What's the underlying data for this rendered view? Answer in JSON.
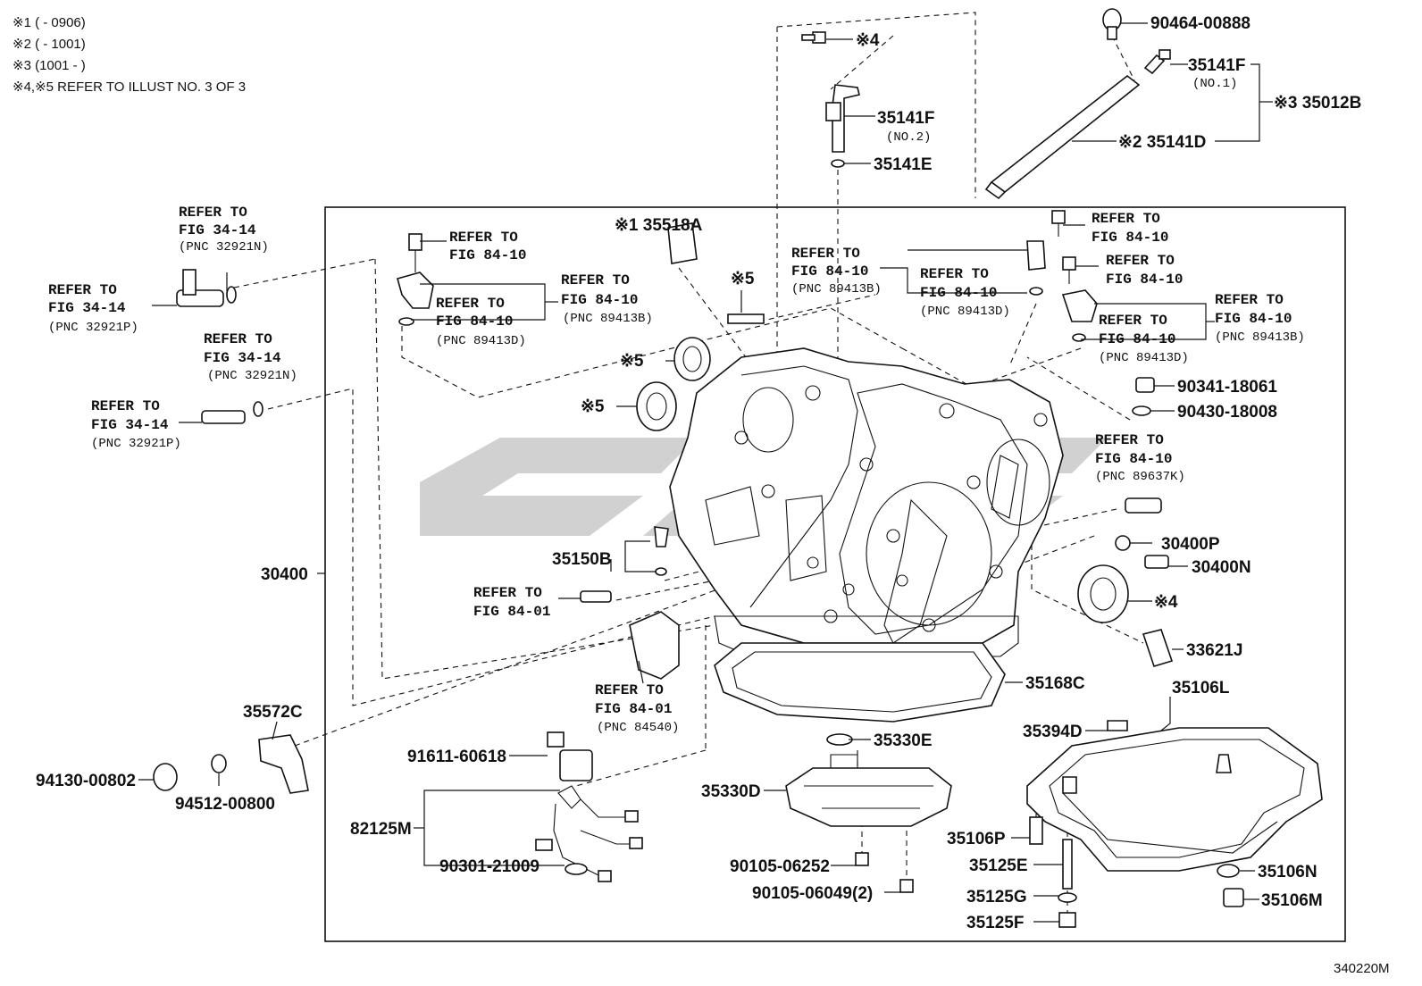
{
  "notes": [
    "※1 (      - 0906)",
    "※2 (      - 1001)",
    "※3 (1001 -      )",
    "※4,※5 REFER TO ILLUST NO. 3 OF 3"
  ],
  "illustration_id": "340220M",
  "watermark_text": "CSS",
  "labels": {
    "p90464": "90464-00888",
    "p35141F_no1": "35141F",
    "no1": "(NO.1)",
    "mark3_35012B": "※3 35012B",
    "mark2_35141D": "※2 35141D",
    "mark4_top": "※4",
    "p35141F_no2": "35141F",
    "no2": "(NO.2)",
    "p35141E": "35141E",
    "mark1_35518A": "※1 35518A",
    "mark5_a": "※5",
    "mark5_b": "※5",
    "mark5_c": "※5",
    "mark4_right": "※4",
    "p90341": "90341-18061",
    "p90430": "90430-18008",
    "p30400P": "30400P",
    "p30400N": "30400N",
    "p33621J": "33621J",
    "p35106L": "35106L",
    "p35168C": "35168C",
    "p35394D": "35394D",
    "p35330E": "35330E",
    "p35330D": "35330D",
    "p90105_06252": "90105-06252",
    "p90105_06049": "90105-06049(2)",
    "p35106P": "35106P",
    "p35125E": "35125E",
    "p35125G": "35125G",
    "p35125F": "35125F",
    "p35106N": "35106N",
    "p35106M": "35106M",
    "p35150B": "35150B",
    "p30400": "30400",
    "p35572C": "35572C",
    "p94130": "94130-00802",
    "p94512": "94512-00800",
    "p91611": "91611-60618",
    "p82125M": "82125M",
    "p90301": "90301-21009"
  },
  "refs": {
    "r1": {
      "l1": "REFER TO",
      "l2": "FIG 34-14",
      "l3": "(PNC 32921N)"
    },
    "r2": {
      "l1": "REFER TO",
      "l2": "FIG 34-14",
      "l3": "(PNC 32921P)"
    },
    "r3": {
      "l1": "REFER TO",
      "l2": "FIG 34-14",
      "l3": "(PNC 32921N)"
    },
    "r4": {
      "l1": "REFER TO",
      "l2": "FIG 34-14",
      "l3": "(PNC 32921P)"
    },
    "r5": {
      "l1": "REFER TO",
      "l2": "FIG 84-10"
    },
    "r6": {
      "l1": "REFER TO",
      "l2": "FIG 84-10",
      "l3": "(PNC 89413B)"
    },
    "r7": {
      "l1": "REFER TO",
      "l2": "FIG 84-10",
      "l3": "(PNC 89413D)"
    },
    "r8": {
      "l1": "REFER TO",
      "l2": "FIG 84-10",
      "l3": "(PNC 89413B)"
    },
    "r9": {
      "l1": "REFER TO",
      "l2": "FIG 84-10",
      "l3": "(PNC 89413D)"
    },
    "r10": {
      "l1": "REFER TO",
      "l2": "FIG 84-10"
    },
    "r11": {
      "l1": "REFER TO",
      "l2": "FIG 84-10"
    },
    "r12": {
      "l1": "REFER TO",
      "l2": "FIG 84-10",
      "l3": "(PNC 89413B)"
    },
    "r13": {
      "l1": "REFER TO",
      "l2": "FIG 84-10",
      "l3": "(PNC 89413D)"
    },
    "r14": {
      "l1": "REFER TO",
      "l2": "FIG 84-10",
      "l3": "(PNC 89637K)"
    },
    "r15": {
      "l1": "REFER TO",
      "l2": "FIG 84-01"
    },
    "r16": {
      "l1": "REFER TO",
      "l2": "FIG 84-01",
      "l3": "(PNC 84540)"
    }
  }
}
